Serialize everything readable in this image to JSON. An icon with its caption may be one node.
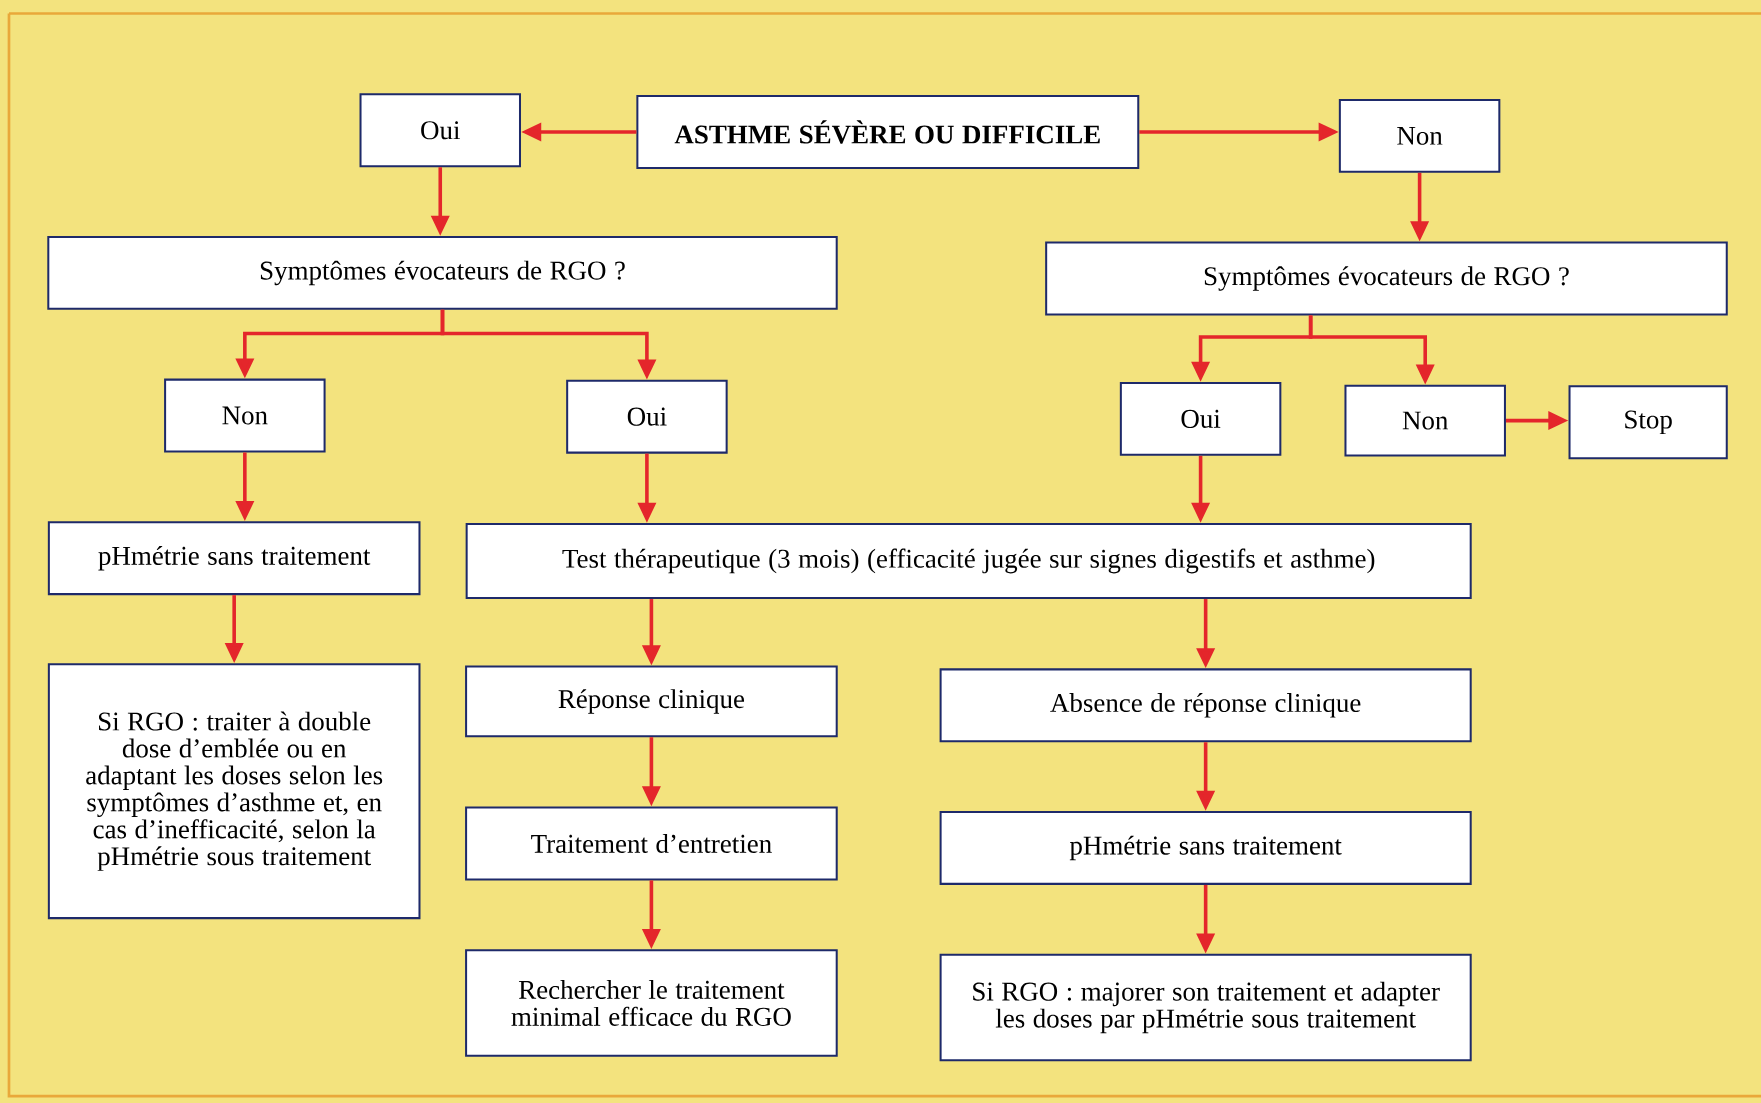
{
  "diagram": {
    "nodes": [
      {
        "text": [
          "**ASTHME SÉVÈRE OU DIFFICILE**"
        ]
      },
      {
        "text": [
          "Oui"
        ]
      },
      {
        "text": [
          "Non"
        ]
      },
      {
        "text": [
          "Symptômes évocateurs de RGO ?"
        ]
      },
      {
        "text": [
          "Symptômes évocateurs de RGO ?"
        ]
      },
      {
        "text": [
          "Non"
        ]
      },
      {
        "text": [
          "Oui"
        ]
      },
      {
        "text": [
          "Oui"
        ]
      },
      {
        "text": [
          "Non"
        ]
      },
      {
        "text": [
          "Stop"
        ]
      },
      {
        "text": [
          "pHmétrie sans traitement"
        ]
      },
      {
        "text": [
          "Test thérapeutique (3 mois) (efficacité jugée sur signes digestifs et asthme)"
        ]
      },
      {
        "text": [
          "Si RGO : traiter à double dose d’emblée ou en adaptant les doses selon les symptômes d’asthme et, en cas d’inefficacité, selon la pHmétrie sous traitement"
        ]
      },
      {
        "text": [
          "Réponse clinique"
        ]
      },
      {
        "text": [
          "Absence de réponse clinique"
        ]
      },
      {
        "text": [
          "Traitement d’entretien"
        ]
      },
      {
        "text": [
          "pHmétrie sans traitement"
        ]
      },
      {
        "text": [
          "Rechercher le traitement minimal efficace du RGO"
        ]
      },
      {
        "text": [
          "Si RGO : majorer son traitement et adapter les doses par pHmétrie sous traitement"
        ]
      }
    ],
    "edges": [
      {
        "from": 0,
        "to": 1,
        "arrow": "to"
      },
      {
        "from": 0,
        "to": 2,
        "arrow": "to"
      },
      {
        "from": 1,
        "to": 3,
        "arrow": "to"
      },
      {
        "from": 2,
        "to": 4,
        "arrow": "to"
      },
      {
        "from": 3,
        "to": 5,
        "arrow": "to"
      },
      {
        "from": 3,
        "to": 6,
        "arrow": "to"
      },
      {
        "from": 4,
        "to": 7,
        "arrow": "to"
      },
      {
        "from": 4,
        "to": 8,
        "arrow": "to"
      },
      {
        "from": 8,
        "to": 9,
        "arrow": "to"
      },
      {
        "from": 5,
        "to": 10,
        "arrow": "to"
      },
      {
        "from": 6,
        "to": 11,
        "arrow": "to"
      },
      {
        "from": 7,
        "to": 11,
        "arrow": "to"
      },
      {
        "from": 10,
        "to": 12,
        "arrow": "to"
      },
      {
        "from": 11,
        "to": 13,
        "arrow": "to"
      },
      {
        "from": 11,
        "to": 14,
        "arrow": "to"
      },
      {
        "from": 13,
        "to": 15,
        "arrow": "to"
      },
      {
        "from": 15,
        "to": 17,
        "arrow": "to"
      },
      {
        "from": 14,
        "to": 16,
        "arrow": "to"
      },
      {
        "from": 16,
        "to": 18,
        "arrow": "to"
      }
    ]
  }
}
